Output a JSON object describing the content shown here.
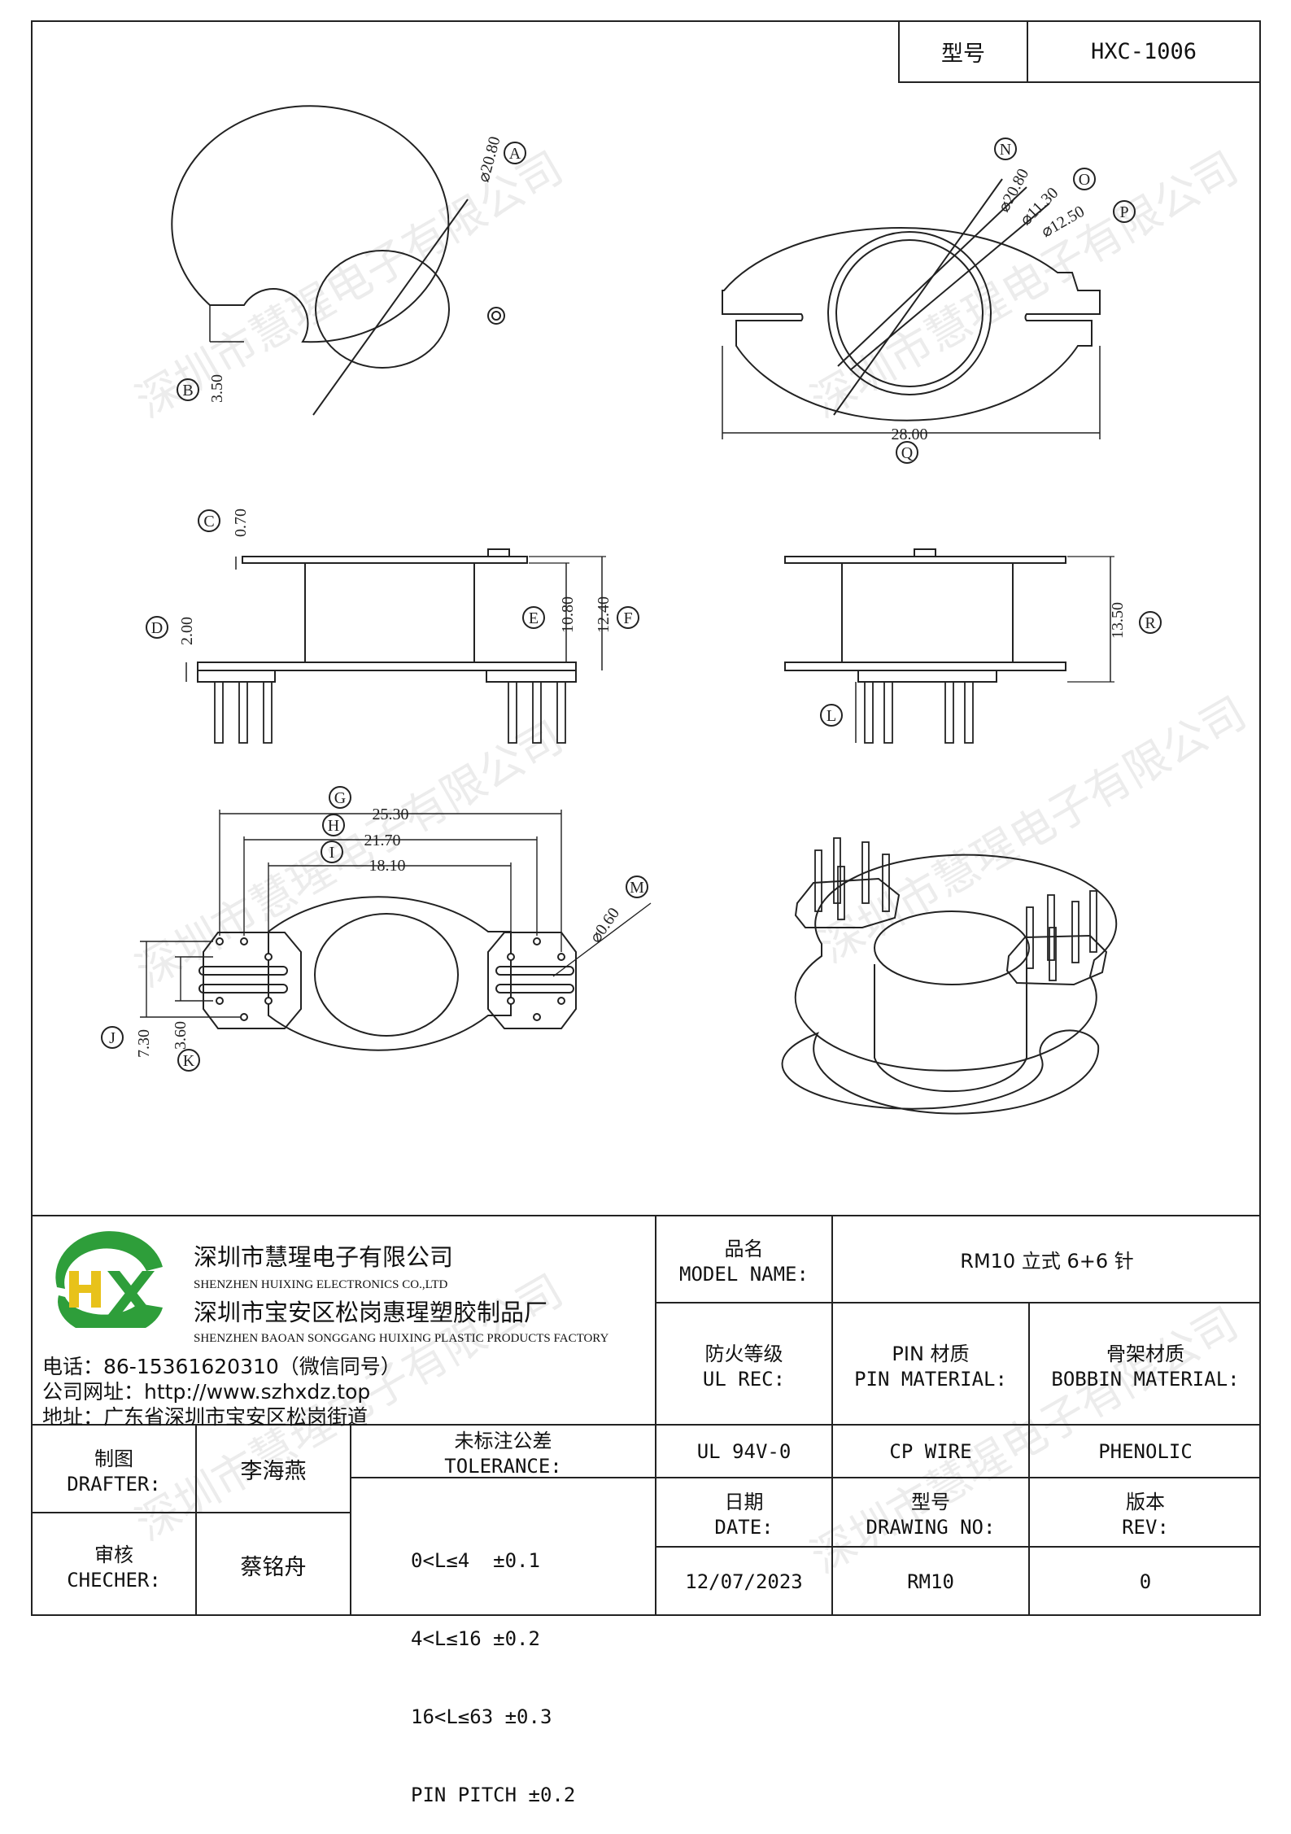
{
  "header": {
    "model_label": "型号",
    "model_value": "HXC-1006"
  },
  "callouts": {
    "A": {
      "letter": "A",
      "dim": "⌀20.80"
    },
    "B": {
      "letter": "B",
      "dim": "3.50"
    },
    "C": {
      "letter": "C",
      "dim": "0.70"
    },
    "D": {
      "letter": "D",
      "dim": "2.00"
    },
    "E": {
      "letter": "E",
      "dim": "10.80"
    },
    "F": {
      "letter": "F",
      "dim": "12.40"
    },
    "G": {
      "letter": "G",
      "dim": "25.30"
    },
    "H": {
      "letter": "H",
      "dim": "21.70"
    },
    "I": {
      "letter": "I",
      "dim": "18.10"
    },
    "J": {
      "letter": "J",
      "dim": "7.30"
    },
    "K": {
      "letter": "K",
      "dim": "3.60"
    },
    "L": {
      "letter": "L"
    },
    "M": {
      "letter": "M",
      "dim": "⌀0.60"
    },
    "N": {
      "letter": "N",
      "dim": "⌀20.80"
    },
    "O": {
      "letter": "O",
      "dim": "⌀11.30"
    },
    "P": {
      "letter": "P",
      "dim": "⌀12.50"
    },
    "Q": {
      "letter": "Q",
      "dim": "28.00"
    },
    "R": {
      "letter": "R",
      "dim": "13.50"
    }
  },
  "watermark": "深圳市慧瑆电子有限公司",
  "company": {
    "logo_text": "HX",
    "name_cn": "深圳市慧瑆电子有限公司",
    "name_en": "SHENZHEN HUIXING ELECTRONICS CO.,LTD",
    "factory_cn": "深圳市宝安区松岗惠瑆塑胶制品厂",
    "factory_en": "SHENZHEN BAOAN SONGGANG HUIXING PLASTIC PRODUCTS FACTORY",
    "phone": "电话：86-15361620310（微信同号）",
    "website": "公司网址：http://www.szhxdz.top",
    "address": "地址：广东省深圳市宝安区松岗街道"
  },
  "title_block": {
    "model_name_cn": "品名",
    "model_name_en": "MODEL NAME:",
    "model_name_value": "RM10 立式 6+6 针",
    "ul_cn": "防火等级",
    "ul_en": "UL REC:",
    "pin_cn": "PIN 材质",
    "pin_en": "PIN MATERIAL:",
    "bobbin_cn": "骨架材质",
    "bobbin_en": "BOBBIN MATERIAL:",
    "ul_value": "UL 94V-0",
    "pin_value": "CP WIRE",
    "bobbin_value": "PHENOLIC",
    "date_cn": "日期",
    "date_en": "DATE:",
    "drawing_cn": "型号",
    "drawing_en": "DRAWING NO:",
    "rev_cn": "版本",
    "rev_en": "REV:",
    "date_value": "12/07/2023",
    "drawing_value": "RM10",
    "rev_value": "0",
    "drafter_cn": "制图",
    "drafter_en": "DRAFTER:",
    "drafter_name": "李海燕",
    "checker_cn": "审核",
    "checker_en": "CHECHER:",
    "checker_name": "蔡铭舟",
    "tolerance_cn": "未标注公差",
    "tolerance_en": "TOLERANCE:",
    "tolerances": [
      "0<L≤4  ±0.1",
      "4<L≤16 ±0.2",
      "16<L≤63 ±0.3",
      "PIN PITCH ±0.2"
    ]
  },
  "colors": {
    "logo_green": "#2e9e3a",
    "logo_yellow": "#e8c21a",
    "line": "#222222"
  }
}
